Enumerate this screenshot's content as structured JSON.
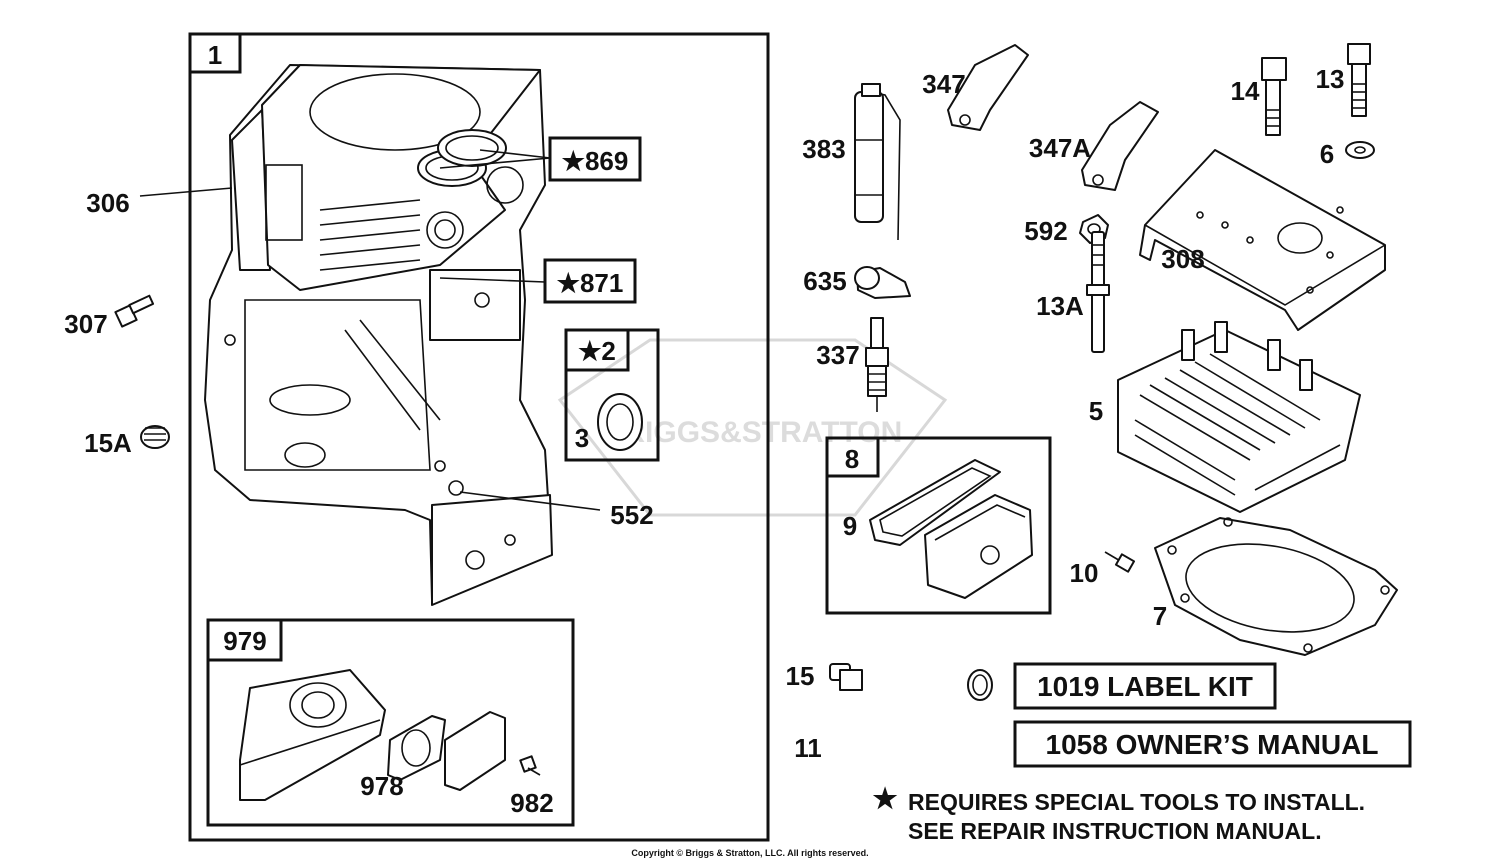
{
  "watermark": "BRIGGS&STRATTON",
  "boxes": {
    "cylinder": "1",
    "seal_kit": "★2",
    "gasket_set": "979",
    "cover_set": "8"
  },
  "callouts": {
    "p869": "★869",
    "p871": "★871",
    "p1019": "1019 LABEL KIT",
    "p1058": "1058 OWNER’S MANUAL"
  },
  "labels": {
    "p306": "306",
    "p307": "307",
    "p15A": "15A",
    "p552": "552",
    "p3": "3",
    "p978": "978",
    "p982": "982",
    "p383": "383",
    "p347": "347",
    "p347A": "347A",
    "p635": "635",
    "p337": "337",
    "p9": "9",
    "p14": "14",
    "p13": "13",
    "p6": "6",
    "p592": "592",
    "p308": "308",
    "p13A": "13A",
    "p5": "5",
    "p10": "10",
    "p7": "7",
    "p15": "15",
    "p11": "11"
  },
  "footnote": {
    "star": "★",
    "line1": "REQUIRES SPECIAL TOOLS TO INSTALL.",
    "line2": "SEE REPAIR INSTRUCTION MANUAL."
  },
  "copyright": "Copyright © Briggs & Stratton, LLC. All rights reserved."
}
